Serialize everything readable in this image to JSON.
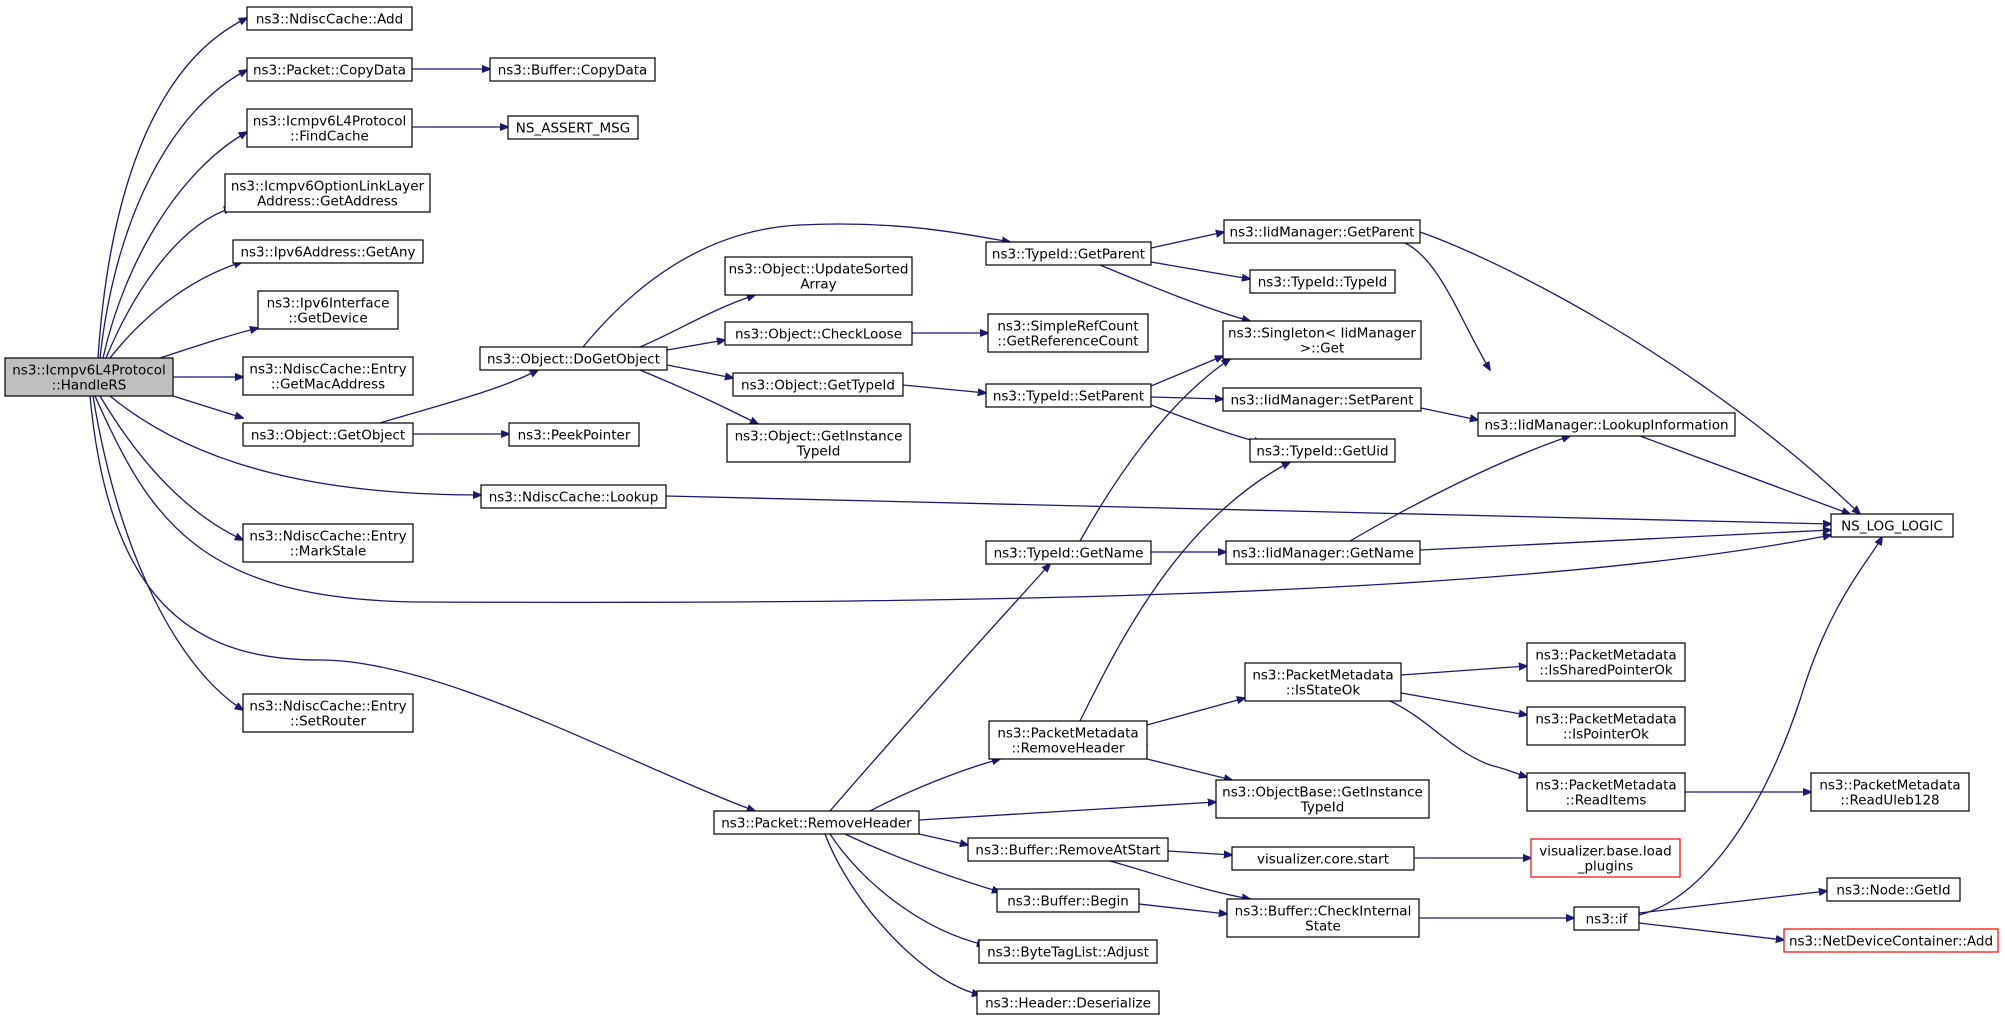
{
  "nodes": [
    {
      "id": "handlers",
      "lines": [
        "ns3::Icmpv6L4Protocol",
        "::HandleRS"
      ],
      "style": "root"
    },
    {
      "id": "ndisc_add",
      "lines": [
        "ns3::NdiscCache::Add"
      ]
    },
    {
      "id": "pkt_copydata",
      "lines": [
        "ns3::Packet::CopyData"
      ]
    },
    {
      "id": "buf_copydata",
      "lines": [
        "ns3::Buffer::CopyData"
      ]
    },
    {
      "id": "findcache",
      "lines": [
        "ns3::Icmpv6L4Protocol",
        "::FindCache"
      ]
    },
    {
      "id": "assert_msg",
      "lines": [
        "NS_ASSERT_MSG"
      ]
    },
    {
      "id": "optll_getaddr",
      "lines": [
        "ns3::Icmpv6OptionLinkLayer",
        "Address::GetAddress"
      ]
    },
    {
      "id": "ipv6addr_getany",
      "lines": [
        "ns3::Ipv6Address::GetAny"
      ]
    },
    {
      "id": "ipv6if_getdevice",
      "lines": [
        "ns3::Ipv6Interface",
        "::GetDevice"
      ]
    },
    {
      "id": "entry_getmac",
      "lines": [
        "ns3::NdiscCache::Entry",
        "::GetMacAddress"
      ]
    },
    {
      "id": "obj_getobject",
      "lines": [
        "ns3::Object::GetObject"
      ]
    },
    {
      "id": "obj_dogetobject",
      "lines": [
        "ns3::Object::DoGetObject"
      ]
    },
    {
      "id": "peekpointer",
      "lines": [
        "ns3::PeekPointer"
      ]
    },
    {
      "id": "ndisc_lookup",
      "lines": [
        "ns3::NdiscCache::Lookup"
      ]
    },
    {
      "id": "entry_markstale",
      "lines": [
        "ns3::NdiscCache::Entry",
        "::MarkStale"
      ]
    },
    {
      "id": "entry_setrouter",
      "lines": [
        "ns3::NdiscCache::Entry",
        "::SetRouter"
      ]
    },
    {
      "id": "pkt_removeheader",
      "lines": [
        "ns3::Packet::RemoveHeader"
      ]
    },
    {
      "id": "obj_updatesorted",
      "lines": [
        "ns3::Object::UpdateSorted",
        "Array"
      ]
    },
    {
      "id": "obj_checkloose",
      "lines": [
        "ns3::Object::CheckLoose"
      ]
    },
    {
      "id": "obj_gettypeid",
      "lines": [
        "ns3::Object::GetTypeId"
      ]
    },
    {
      "id": "obj_getinstance",
      "lines": [
        "ns3::Object::GetInstance",
        "TypeId"
      ]
    },
    {
      "id": "tid_getparent",
      "lines": [
        "ns3::TypeId::GetParent"
      ]
    },
    {
      "id": "simplerefcount",
      "lines": [
        "ns3::SimpleRefCount",
        "::GetReferenceCount"
      ]
    },
    {
      "id": "tid_setparent",
      "lines": [
        "ns3::TypeId::SetParent"
      ]
    },
    {
      "id": "tid_getname",
      "lines": [
        "ns3::TypeId::GetName"
      ]
    },
    {
      "id": "pm_removeheader",
      "lines": [
        "ns3::PacketMetadata",
        "::RemoveHeader"
      ]
    },
    {
      "id": "buf_removeatstart",
      "lines": [
        "ns3::Buffer::RemoveAtStart"
      ]
    },
    {
      "id": "buf_begin",
      "lines": [
        "ns3::Buffer::Begin"
      ]
    },
    {
      "id": "btl_adjust",
      "lines": [
        "ns3::ByteTagList::Adjust"
      ]
    },
    {
      "id": "hdr_deserialize",
      "lines": [
        "ns3::Header::Deserialize"
      ]
    },
    {
      "id": "iid_getparent",
      "lines": [
        "ns3::IidManager::GetParent"
      ]
    },
    {
      "id": "tid_typeid",
      "lines": [
        "ns3::TypeId::TypeId"
      ]
    },
    {
      "id": "singleton_get",
      "lines": [
        "ns3::Singleton< IidManager",
        ">::Get"
      ]
    },
    {
      "id": "iid_setparent",
      "lines": [
        "ns3::IidManager::SetParent"
      ]
    },
    {
      "id": "tid_getuid",
      "lines": [
        "ns3::TypeId::GetUid"
      ]
    },
    {
      "id": "iid_getname",
      "lines": [
        "ns3::IidManager::GetName"
      ]
    },
    {
      "id": "pm_isstateok",
      "lines": [
        "ns3::PacketMetadata",
        "::IsStateOk"
      ]
    },
    {
      "id": "objbase_getinstance",
      "lines": [
        "ns3::ObjectBase::GetInstance",
        "TypeId"
      ]
    },
    {
      "id": "vis_core_start",
      "lines": [
        "visualizer.core.start"
      ]
    },
    {
      "id": "buf_checkinternal",
      "lines": [
        "ns3::Buffer::CheckInternal",
        "State"
      ]
    },
    {
      "id": "iid_lookupinfo",
      "lines": [
        "ns3::IidManager::LookupInformation"
      ]
    },
    {
      "id": "pm_issharedptr",
      "lines": [
        "ns3::PacketMetadata",
        "::IsSharedPointerOk"
      ]
    },
    {
      "id": "pm_ispointerok",
      "lines": [
        "ns3::PacketMetadata",
        "::IsPointerOk"
      ]
    },
    {
      "id": "pm_readitems",
      "lines": [
        "ns3::PacketMetadata",
        "::ReadItems"
      ]
    },
    {
      "id": "vis_base_load",
      "lines": [
        "visualizer.base.load",
        "_plugins"
      ],
      "style": "red"
    },
    {
      "id": "ns3_if",
      "lines": [
        "ns3::if"
      ]
    },
    {
      "id": "ns_log_logic",
      "lines": [
        "NS_LOG_LOGIC"
      ]
    },
    {
      "id": "pm_readuleb",
      "lines": [
        "ns3::PacketMetadata",
        "::ReadUleb128"
      ]
    },
    {
      "id": "node_getid",
      "lines": [
        "ns3::Node::GetId"
      ]
    },
    {
      "id": "ndc_add",
      "lines": [
        "ns3::NetDeviceContainer::Add"
      ],
      "style": "red"
    }
  ],
  "edges": [
    [
      "handlers",
      "ndisc_add"
    ],
    [
      "handlers",
      "pkt_copydata"
    ],
    [
      "handlers",
      "findcache"
    ],
    [
      "handlers",
      "optll_getaddr"
    ],
    [
      "handlers",
      "ipv6addr_getany"
    ],
    [
      "handlers",
      "ipv6if_getdevice"
    ],
    [
      "handlers",
      "entry_getmac"
    ],
    [
      "handlers",
      "obj_getobject"
    ],
    [
      "handlers",
      "ndisc_lookup"
    ],
    [
      "handlers",
      "entry_markstale"
    ],
    [
      "handlers",
      "ns_log_logic"
    ],
    [
      "handlers",
      "entry_setrouter"
    ],
    [
      "handlers",
      "pkt_removeheader"
    ],
    [
      "pkt_copydata",
      "buf_copydata"
    ],
    [
      "findcache",
      "assert_msg"
    ],
    [
      "obj_getobject",
      "obj_dogetobject"
    ],
    [
      "obj_getobject",
      "peekpointer"
    ],
    [
      "obj_dogetobject",
      "tid_getparent"
    ],
    [
      "obj_dogetobject",
      "obj_updatesorted"
    ],
    [
      "obj_dogetobject",
      "obj_checkloose"
    ],
    [
      "obj_dogetobject",
      "obj_gettypeid"
    ],
    [
      "obj_dogetobject",
      "obj_getinstance"
    ],
    [
      "obj_checkloose",
      "simplerefcount"
    ],
    [
      "obj_gettypeid",
      "tid_setparent"
    ],
    [
      "tid_getparent",
      "iid_getparent"
    ],
    [
      "tid_getparent",
      "tid_typeid"
    ],
    [
      "tid_getparent",
      "singleton_get"
    ],
    [
      "tid_setparent",
      "singleton_get"
    ],
    [
      "tid_setparent",
      "iid_setparent"
    ],
    [
      "tid_setparent",
      "tid_getuid"
    ],
    [
      "iid_getparent",
      "iid_lookupinfo"
    ],
    [
      "iid_getparent",
      "ns_log_logic"
    ],
    [
      "iid_setparent",
      "iid_lookupinfo"
    ],
    [
      "iid_lookupinfo",
      "ns_log_logic"
    ],
    [
      "ndisc_lookup",
      "ns_log_logic"
    ],
    [
      "tid_getname",
      "singleton_get"
    ],
    [
      "tid_getname",
      "iid_getname"
    ],
    [
      "iid_getname",
      "iid_lookupinfo"
    ],
    [
      "iid_getname",
      "ns_log_logic"
    ],
    [
      "pkt_removeheader",
      "tid_getname"
    ],
    [
      "pkt_removeheader",
      "pm_removeheader"
    ],
    [
      "pkt_removeheader",
      "objbase_getinstance"
    ],
    [
      "pkt_removeheader",
      "buf_removeatstart"
    ],
    [
      "pkt_removeheader",
      "buf_begin"
    ],
    [
      "pkt_removeheader",
      "btl_adjust"
    ],
    [
      "pkt_removeheader",
      "hdr_deserialize"
    ],
    [
      "pm_removeheader",
      "tid_getuid"
    ],
    [
      "pm_removeheader",
      "pm_isstateok"
    ],
    [
      "pm_removeheader",
      "pm_readitems"
    ],
    [
      "pm_removeheader",
      "objbase_getinstance"
    ],
    [
      "pm_isstateok",
      "pm_issharedptr"
    ],
    [
      "pm_isstateok",
      "pm_ispointerok"
    ],
    [
      "pm_isstateok",
      "pm_readitems"
    ],
    [
      "pm_readitems",
      "pm_readuleb"
    ],
    [
      "buf_removeatstart",
      "vis_core_start"
    ],
    [
      "buf_removeatstart",
      "buf_checkinternal"
    ],
    [
      "vis_core_start",
      "vis_base_load"
    ],
    [
      "buf_begin",
      "buf_checkinternal"
    ],
    [
      "buf_checkinternal",
      "ns3_if"
    ],
    [
      "ns3_if",
      "ns_log_logic"
    ],
    [
      "ns3_if",
      "node_getid"
    ],
    [
      "ns3_if",
      "ndc_add"
    ]
  ]
}
